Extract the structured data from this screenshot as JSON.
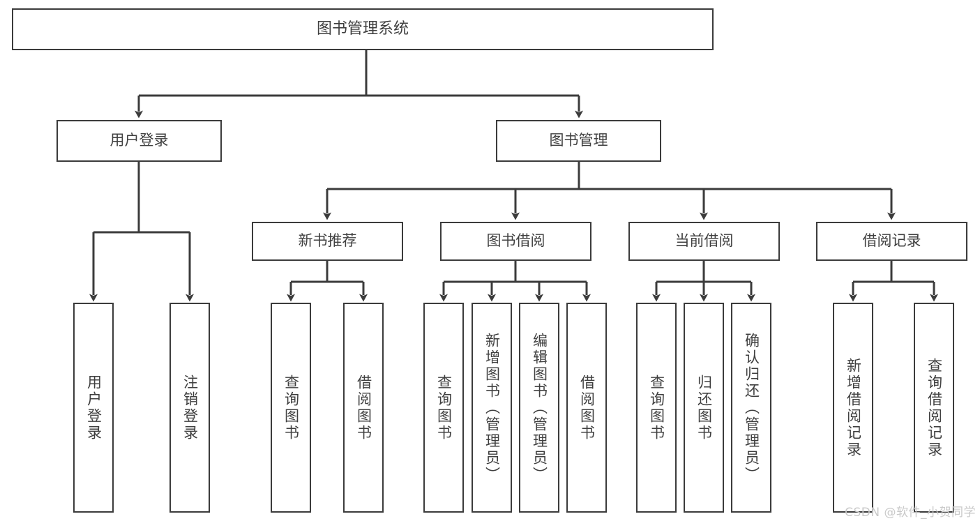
{
  "diagram": {
    "title": "图书管理系统",
    "type": "hierarchy-tree",
    "watermark": "CSDN @软件_小贺同学",
    "colors": {
      "box_border": "#3b3b3b",
      "box_fill": "#ffffff",
      "edge": "#3b3b3b",
      "text": "#3f3f3f",
      "watermark": "#c9c9c9",
      "background": "#ffffff"
    },
    "nodes": {
      "root": {
        "label": "图书管理系统"
      },
      "level2": [
        {
          "id": "user-login",
          "label": "用户登录"
        },
        {
          "id": "book-manage",
          "label": "图书管理"
        }
      ],
      "level3": [
        {
          "id": "new-book-rec",
          "label": "新书推荐"
        },
        {
          "id": "book-borrow",
          "label": "图书借阅"
        },
        {
          "id": "current-borrow",
          "label": "当前借阅"
        },
        {
          "id": "borrow-record",
          "label": "借阅记录"
        }
      ],
      "leaves": {
        "user-login": [
          {
            "id": "leaf-user-login",
            "label": "用户登录"
          },
          {
            "id": "leaf-logout",
            "label": "注销登录"
          }
        ],
        "new-book-rec": [
          {
            "id": "leaf-query-book-1",
            "label": "查询图书"
          },
          {
            "id": "leaf-borrow-book-1",
            "label": "借阅图书"
          }
        ],
        "book-borrow": [
          {
            "id": "leaf-query-book-2",
            "label": "查询图书"
          },
          {
            "id": "leaf-add-book",
            "label": "新增图书（管理员）"
          },
          {
            "id": "leaf-edit-book",
            "label": "编辑图书（管理员）"
          },
          {
            "id": "leaf-borrow-book-2",
            "label": "借阅图书"
          }
        ],
        "current-borrow": [
          {
            "id": "leaf-query-book-3",
            "label": "查询图书"
          },
          {
            "id": "leaf-return-book",
            "label": "归还图书"
          },
          {
            "id": "leaf-confirm-return",
            "label": "确认归还（管理员）"
          }
        ],
        "borrow-record": [
          {
            "id": "leaf-add-record",
            "label": "新增借阅记录"
          },
          {
            "id": "leaf-query-record",
            "label": "查询借阅记录"
          }
        ]
      }
    }
  }
}
